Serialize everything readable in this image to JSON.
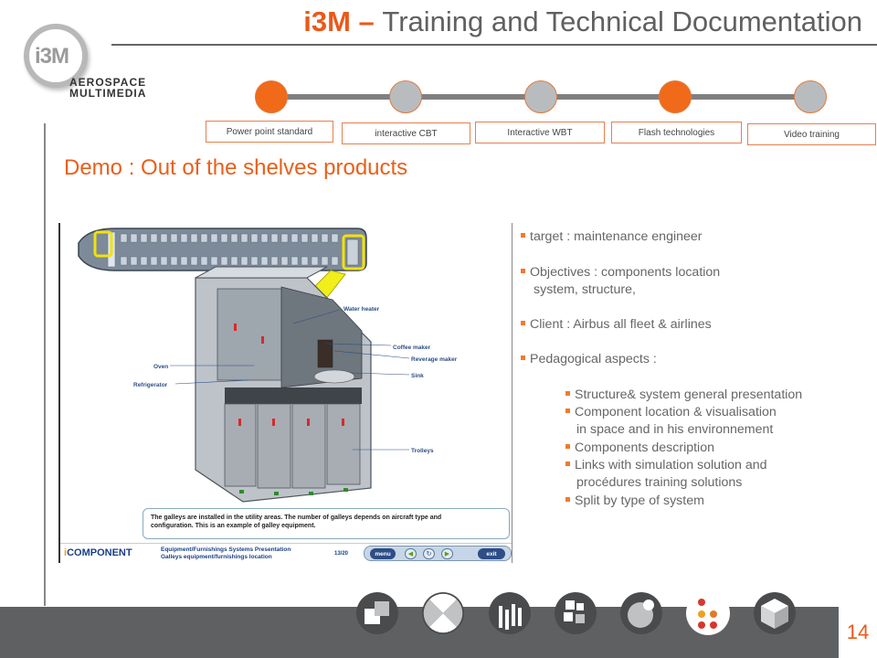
{
  "header": {
    "brand": "i3M",
    "dash": " – ",
    "title": "Training and Technical Documentation"
  },
  "logo": {
    "mark": "i3M",
    "line1": "AEROSPACE",
    "line2": "MULTIMEDIA"
  },
  "steps": [
    {
      "label": "Power point standard",
      "active": true
    },
    {
      "label": "interactive CBT",
      "active": false
    },
    {
      "label": "Interactive WBT",
      "active": false
    },
    {
      "label": "Flash technologies",
      "active": true
    },
    {
      "label": "Video training",
      "active": false
    }
  ],
  "section_title": "Demo : Out of the shelves products",
  "screenshot": {
    "labels": {
      "water_heater": "Water heater",
      "coffee_maker": "Coffee maker",
      "beverage_maker": "Reverage maker",
      "sink": "Sink",
      "oven": "Oven",
      "refrigerator": "Refrigerator",
      "trolleys": "Trolleys"
    },
    "callout_line1": "The galleys are installed in the utility areas. The number of galleys depends on aircraft type and",
    "callout_line2": "configuration. This is an example of galley equipment.",
    "brand_i": "i",
    "brand_rest": "COMPONENT",
    "module_line1": "Equipment/Furnishings Systems Presentation",
    "module_line2": "Galleys equipment/furnishings location",
    "page": "13/20",
    "nav_menu": "menu",
    "nav_exit": "exit"
  },
  "bullets": {
    "target": "target  : maintenance engineer",
    "objectives_1": "Objectives : components location",
    "objectives_2": "system, structure,",
    "client": "Client : Airbus all fleet & airlines",
    "pedagogical": "Pedagogical aspects :",
    "sub": [
      "Structure& system general presentation",
      "Component location & visualisation",
      "in space and in his environnement",
      "Components description",
      "Links with simulation solution and",
      "procédures training solutions",
      "Split by  type of system"
    ]
  },
  "page_number": "14",
  "colors": {
    "accent": "#e85a1a",
    "step_active": "#f06a1a",
    "step_inactive": "#b9bcbf",
    "bottom_bar": "#5f6062"
  }
}
